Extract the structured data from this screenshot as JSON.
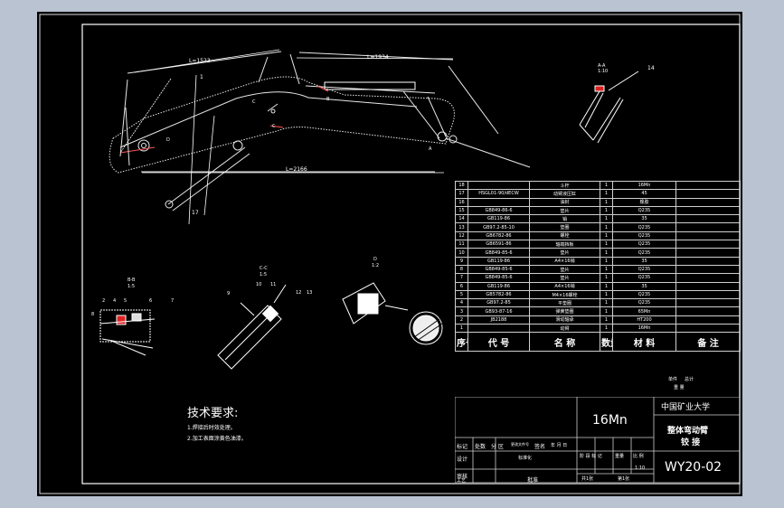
{
  "drawing": {
    "dims": {
      "l1": "L=1523",
      "l2": "L=1934",
      "l3": "L=2166"
    },
    "callouts": {
      "c1": "1",
      "c14": "14",
      "c17": "17",
      "cD": "D",
      "cA": "A",
      "cB": "B",
      "cC": "C",
      "cC2": "C"
    },
    "views": {
      "aa_title": "A-A",
      "aa_scale": "1:10",
      "bb_title": "B-B",
      "bb_scale": "1:5",
      "cc_title": "C-C",
      "cc_scale": "1:5",
      "dd_title": "D",
      "dd_scale": "1:2"
    },
    "view_callouts": {
      "n2": "2",
      "n4": "4",
      "n5": "5",
      "n6": "6",
      "n7": "7",
      "n8": "8",
      "n9": "9",
      "n10": "10",
      "n11": "11",
      "n12": "12",
      "n13": "13"
    },
    "tech": {
      "title": "技术要求:",
      "line1": "1.焊接后时效处理。",
      "line2": "2.加工表面涂黄色油漆。"
    }
  },
  "parts_table": {
    "rows": [
      {
        "no": "18",
        "code": "",
        "name": "斗杆",
        "qty": "1",
        "mat": "16Mn",
        "note": ""
      },
      {
        "no": "17",
        "code": "HSGL01-90/dECW",
        "name": "动臂液压缸",
        "qty": "1",
        "mat": "45",
        "note": ""
      },
      {
        "no": "16",
        "code": "",
        "name": "油封",
        "qty": "1",
        "mat": "橡胶",
        "note": ""
      },
      {
        "no": "15",
        "code": "GB849-86-6",
        "name": "垫片",
        "qty": "1",
        "mat": "Q235",
        "note": ""
      },
      {
        "no": "14",
        "code": "GB119-86",
        "name": "销",
        "qty": "1",
        "mat": "35",
        "note": ""
      },
      {
        "no": "13",
        "code": "GB97.2-85-10",
        "name": "垫圈",
        "qty": "1",
        "mat": "Q235",
        "note": ""
      },
      {
        "no": "12",
        "code": "GB6782-86",
        "name": "螺栓",
        "qty": "1",
        "mat": "Q235",
        "note": ""
      },
      {
        "no": "11",
        "code": "GB6591-86",
        "name": "轴端挡板",
        "qty": "1",
        "mat": "Q235",
        "note": ""
      },
      {
        "no": "10",
        "code": "GB849-85-6",
        "name": "垫片",
        "qty": "1",
        "mat": "Q235",
        "note": ""
      },
      {
        "no": "9",
        "code": "GB119-86",
        "name": "A4×16销",
        "qty": "1",
        "mat": "35",
        "note": ""
      },
      {
        "no": "8",
        "code": "GB849-85-6",
        "name": "垫片",
        "qty": "1",
        "mat": "Q235",
        "note": ""
      },
      {
        "no": "7",
        "code": "GB849-85-6",
        "name": "垫片",
        "qty": "1",
        "mat": "Q235",
        "note": ""
      },
      {
        "no": "6",
        "code": "GB119-86",
        "name": "A4×16销",
        "qty": "1",
        "mat": "35",
        "note": ""
      },
      {
        "no": "5",
        "code": "GB5782-86",
        "name": "M4×16螺栓",
        "qty": "1",
        "mat": "Q235",
        "note": ""
      },
      {
        "no": "4",
        "code": "GB97.2-85",
        "name": "平垫圈",
        "qty": "1",
        "mat": "Q235",
        "note": ""
      },
      {
        "no": "3",
        "code": "GB93-87-16",
        "name": "弹簧垫圈",
        "qty": "1",
        "mat": "65Mn",
        "note": ""
      },
      {
        "no": "2",
        "code": "JB2188",
        "name": "滑动轴承",
        "qty": "1",
        "mat": "HT200",
        "note": ""
      },
      {
        "no": "1",
        "code": "",
        "name": "动臂",
        "qty": "1",
        "mat": "16Mn",
        "note": ""
      }
    ],
    "extra_labels": {
      "weight_single": "单件",
      "weight_total": "总计",
      "weight": "重 量"
    },
    "header": {
      "no": "序号",
      "code": "代 号",
      "name": "名 称",
      "qty": "数量",
      "mat": "材 料",
      "note": "备 注"
    }
  },
  "title_block": {
    "school": "中国矿业大学",
    "material": "16Mn",
    "drawing_name_1": "整体弯动臂",
    "drawing_name_2": "铰 接",
    "drawing_no": "WY20-02",
    "mark": "标记",
    "count": "处数",
    "zone": "分 区",
    "change_doc": "更改文件号",
    "sign": "签名",
    "date": "年 月 日",
    "design": "设计",
    "standard": "标准化",
    "stage": "阶 段 标 记",
    "weight": "重量",
    "scale": "比 例",
    "scale_value": "1:10",
    "review": "审核",
    "process": "工艺",
    "approve": "批准",
    "sheets_total": "共1张",
    "sheet_no": "第1张"
  }
}
